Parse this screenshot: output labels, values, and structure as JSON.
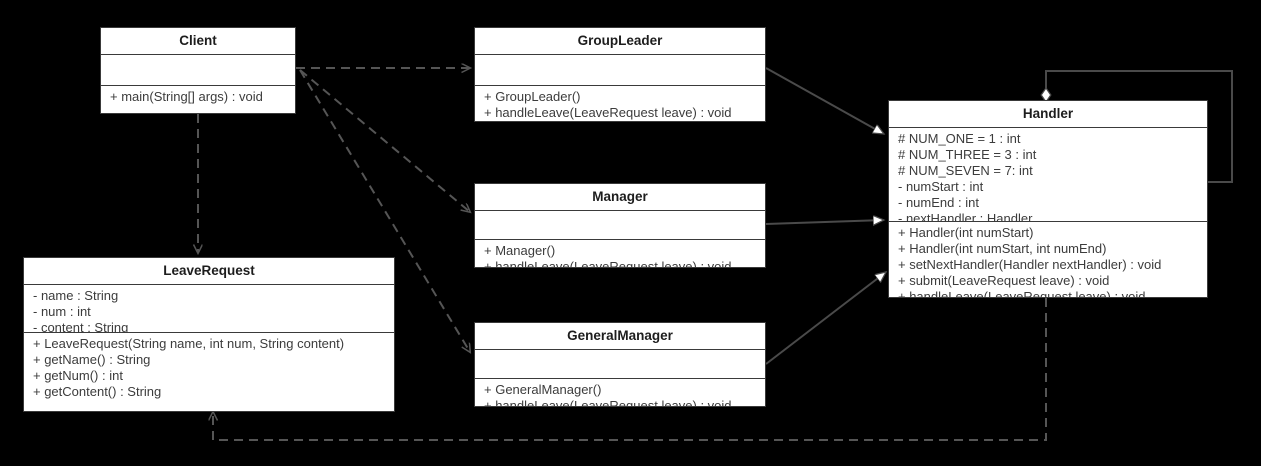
{
  "diagram": {
    "type": "uml-class-diagram",
    "background_color": "#000000",
    "box_fill": "#ffffff",
    "box_border": "#3a3a3a",
    "text_color": "#3c3c3c",
    "title_color": "#1d1d1d",
    "edge_color_solid": "#4a4a4a",
    "edge_color_dashed": "#555555"
  },
  "classes": {
    "client": {
      "name": "Client",
      "attributes": [],
      "operations": [
        "+ main(String[] args) : void"
      ]
    },
    "group_leader": {
      "name": "GroupLeader",
      "attributes": [],
      "operations": [
        "+ GroupLeader()",
        "+ handleLeave(LeaveRequest leave) : void"
      ]
    },
    "manager": {
      "name": "Manager",
      "attributes": [],
      "operations": [
        "+ Manager()",
        "+ handleLeave(LeaveRequest leave) : void"
      ]
    },
    "general_manager": {
      "name": "GeneralManager",
      "attributes": [],
      "operations": [
        "+ GeneralManager()",
        "+ handleLeave(LeaveRequest leave) : void"
      ]
    },
    "handler": {
      "name": "Handler",
      "attributes": [
        "# NUM_ONE = 1 :  int",
        "# NUM_THREE = 3 :  int",
        "# NUM_SEVEN = 7:  int",
        "- numStart :  int",
        "- numEnd :  int",
        "- nextHandler :   Handler"
      ],
      "operations": [
        "+ Handler(int numStart)",
        "+ Handler(int numStart, int numEnd)",
        "+ setNextHandler(Handler nextHandler) :  void",
        "+ submit(LeaveRequest leave) :  void",
        "+ handleLeave(LeaveRequest leave) :  void"
      ]
    },
    "leave_request": {
      "name": "LeaveRequest",
      "attributes": [
        "- name : String",
        "- num : int",
        "- content : String"
      ],
      "operations": [
        "+ LeaveRequest(String name, int num, String content)",
        "+ getName() : String",
        "+ getNum() : int",
        "+ getContent() : String"
      ]
    }
  },
  "relationships": [
    {
      "id": "client-groupleader",
      "type": "dependency",
      "from": "Client",
      "to": "GroupLeader"
    },
    {
      "id": "client-manager",
      "type": "dependency",
      "from": "Client",
      "to": "Manager"
    },
    {
      "id": "client-generalmanager",
      "type": "dependency",
      "from": "Client",
      "to": "GeneralManager"
    },
    {
      "id": "client-leaverequest",
      "type": "dependency",
      "from": "Client",
      "to": "LeaveRequest"
    },
    {
      "id": "groupleader-handler",
      "type": "generalization",
      "from": "GroupLeader",
      "to": "Handler"
    },
    {
      "id": "manager-handler",
      "type": "generalization",
      "from": "Manager",
      "to": "Handler"
    },
    {
      "id": "generalmanager-handler",
      "type": "generalization",
      "from": "GeneralManager",
      "to": "Handler"
    },
    {
      "id": "handler-handler",
      "type": "aggregation",
      "from": "Handler",
      "to": "Handler"
    },
    {
      "id": "handler-leaverequest",
      "type": "dependency",
      "from": "Handler",
      "to": "LeaveRequest"
    }
  ]
}
